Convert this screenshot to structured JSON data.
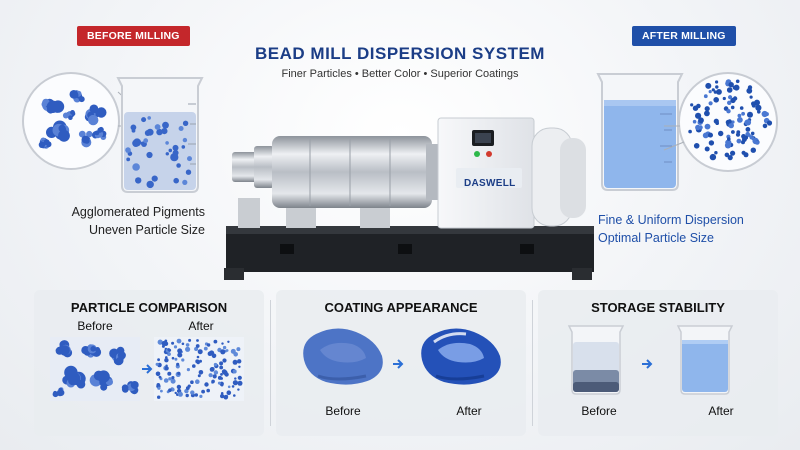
{
  "header": {
    "before_badge": "BEFORE MILLING",
    "after_badge": "AFTER MILLING",
    "title": "BEAD MILL DISPERSION SYSTEM",
    "subtitle": "Finer Particles • Better Color • Superior Coatings"
  },
  "left_caption": {
    "line1": "Agglomerated Pigments",
    "line2": "Uneven Particle Size"
  },
  "right_caption": {
    "line1": "Fine & Uniform Dispersion",
    "line2": "Optimal Particle Size"
  },
  "machine": {
    "brand": "DASWELL"
  },
  "panels": {
    "particle": {
      "title": "PARTICLE COMPARISON",
      "before": "Before",
      "after": "After"
    },
    "coating": {
      "title": "COATING APPEARANCE",
      "before": "Before",
      "after": "After"
    },
    "storage": {
      "title": "STORAGE STABILITY",
      "before": "Before",
      "after": "After"
    }
  },
  "colors": {
    "brand_blue": "#1f4fa8",
    "accent_red": "#c4272b",
    "particle_blue": "#3a66c9",
    "liquid_blue": "#8fb6ec"
  },
  "icons": [
    "magnifier-circle",
    "beaker",
    "arrow-right",
    "car-body-panel"
  ]
}
